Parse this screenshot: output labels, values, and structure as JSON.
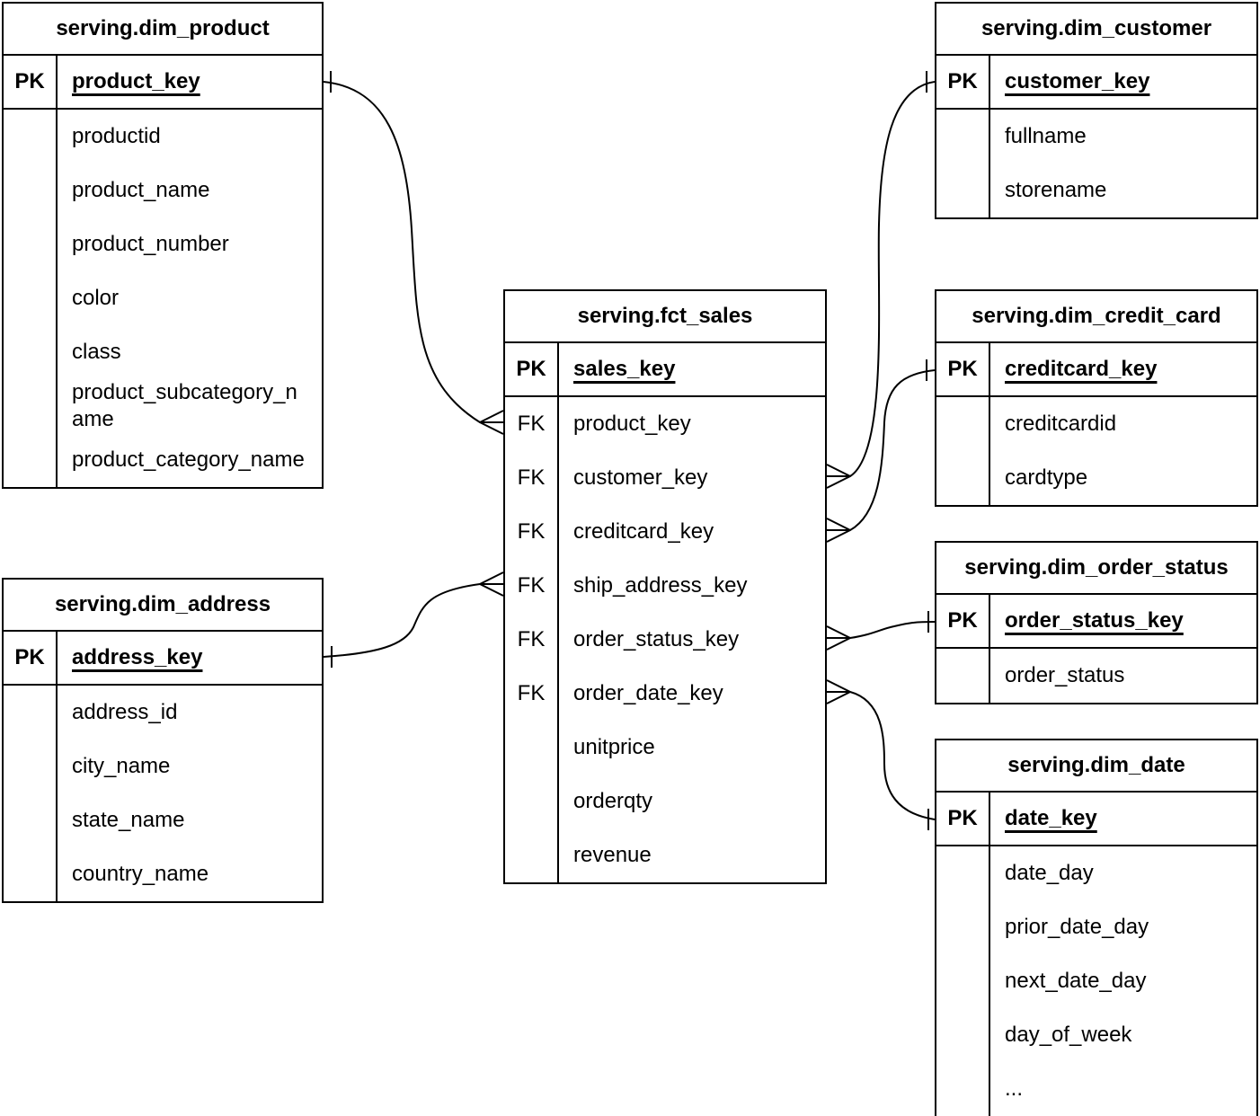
{
  "diagram": {
    "colors": {
      "line": "#000000",
      "background": "#ffffff",
      "text": "#000000"
    },
    "entities": [
      {
        "id": "dim_product",
        "title": "serving.dim_product",
        "rows": [
          {
            "key": "PK",
            "name": "product_key",
            "is_pk": true
          },
          {
            "key": "",
            "name": "productid"
          },
          {
            "key": "",
            "name": "product_name"
          },
          {
            "key": "",
            "name": "product_number"
          },
          {
            "key": "",
            "name": "color"
          },
          {
            "key": "",
            "name": "class"
          },
          {
            "key": "",
            "name": "product_subcategory_name"
          },
          {
            "key": "",
            "name": "product_category_name"
          }
        ]
      },
      {
        "id": "dim_address",
        "title": "serving.dim_address",
        "rows": [
          {
            "key": "PK",
            "name": "address_key",
            "is_pk": true
          },
          {
            "key": "",
            "name": "address_id"
          },
          {
            "key": "",
            "name": "city_name"
          },
          {
            "key": "",
            "name": "state_name"
          },
          {
            "key": "",
            "name": "country_name"
          }
        ]
      },
      {
        "id": "fct_sales",
        "title": "serving.fct_sales",
        "rows": [
          {
            "key": "PK",
            "name": "sales_key",
            "is_pk": true
          },
          {
            "key": "FK",
            "name": "product_key"
          },
          {
            "key": "FK",
            "name": "customer_key"
          },
          {
            "key": "FK",
            "name": "creditcard_key"
          },
          {
            "key": "FK",
            "name": "ship_address_key"
          },
          {
            "key": "FK",
            "name": "order_status_key"
          },
          {
            "key": "FK",
            "name": "order_date_key"
          },
          {
            "key": "",
            "name": "unitprice"
          },
          {
            "key": "",
            "name": "orderqty"
          },
          {
            "key": "",
            "name": "revenue"
          }
        ]
      },
      {
        "id": "dim_customer",
        "title": "serving.dim_customer",
        "rows": [
          {
            "key": "PK",
            "name": "customer_key",
            "is_pk": true
          },
          {
            "key": "",
            "name": "fullname"
          },
          {
            "key": "",
            "name": "storename"
          }
        ]
      },
      {
        "id": "dim_credit_card",
        "title": "serving.dim_credit_card",
        "rows": [
          {
            "key": "PK",
            "name": "creditcard_key",
            "is_pk": true
          },
          {
            "key": "",
            "name": "creditcardid"
          },
          {
            "key": "",
            "name": "cardtype"
          }
        ]
      },
      {
        "id": "dim_order_status",
        "title": "serving.dim_order_status",
        "rows": [
          {
            "key": "PK",
            "name": "order_status_key",
            "is_pk": true
          },
          {
            "key": "",
            "name": "order_status"
          }
        ]
      },
      {
        "id": "dim_date",
        "title": "serving.dim_date",
        "rows": [
          {
            "key": "PK",
            "name": "date_key",
            "is_pk": true
          },
          {
            "key": "",
            "name": "date_day"
          },
          {
            "key": "",
            "name": "prior_date_day"
          },
          {
            "key": "",
            "name": "next_date_day"
          },
          {
            "key": "",
            "name": "day_of_week"
          },
          {
            "key": "",
            "name": "..."
          }
        ]
      }
    ],
    "relationships": [
      {
        "many": "serving.fct_sales.product_key",
        "one": "serving.dim_product.product_key"
      },
      {
        "many": "serving.fct_sales.customer_key",
        "one": "serving.dim_customer.customer_key"
      },
      {
        "many": "serving.fct_sales.creditcard_key",
        "one": "serving.dim_credit_card.creditcard_key"
      },
      {
        "many": "serving.fct_sales.ship_address_key",
        "one": "serving.dim_address.address_key"
      },
      {
        "many": "serving.fct_sales.order_status_key",
        "one": "serving.dim_order_status.order_status_key"
      },
      {
        "many": "serving.fct_sales.order_date_key",
        "one": "serving.dim_date.date_key"
      }
    ]
  }
}
